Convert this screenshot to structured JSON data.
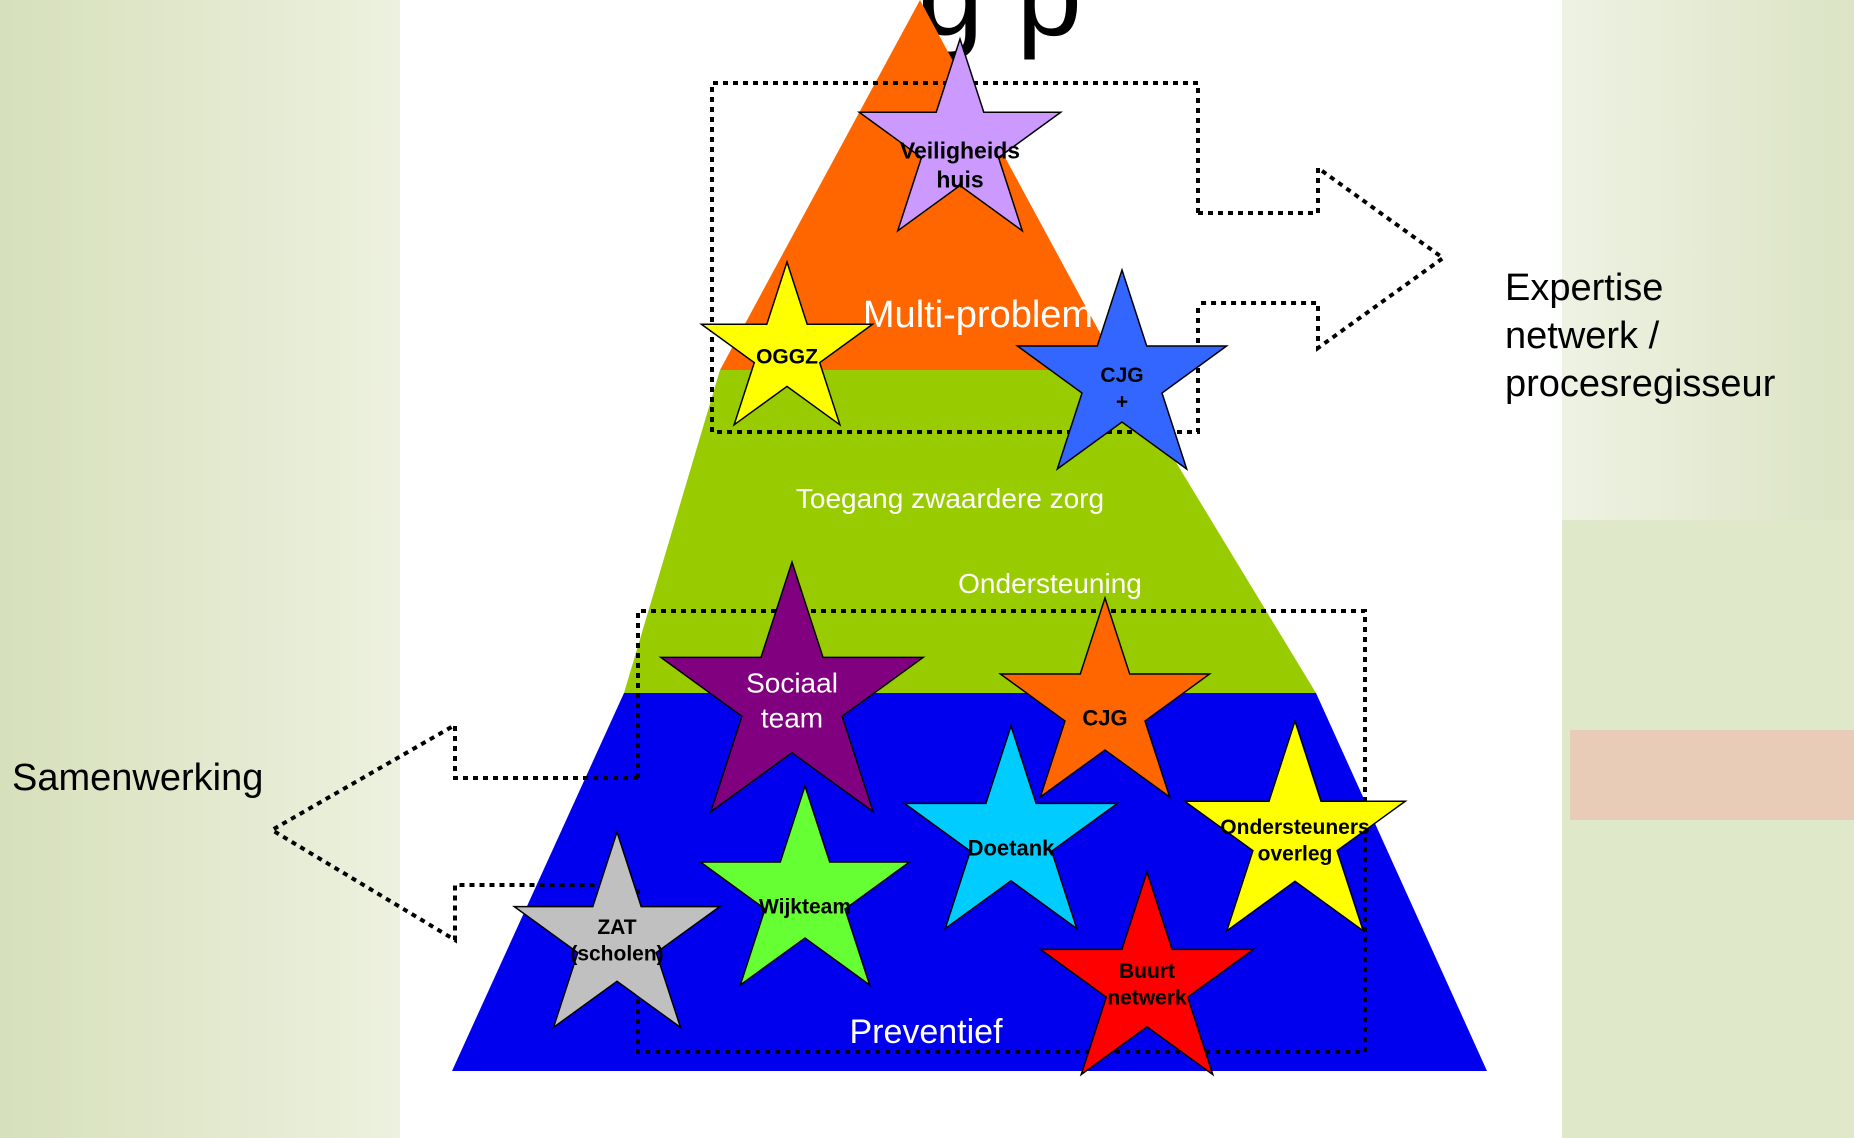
{
  "title_fragment": "g p",
  "pyramid": {
    "top_label": "Multi-problem",
    "middle_label_1": "Toegang zwaardere zorg",
    "middle_label_2": "Ondersteuning",
    "bottom_label": "Preventief",
    "colors": {
      "top": "#ff6600",
      "middle": "#99cc00",
      "bottom": "#0000ee"
    }
  },
  "stars": [
    {
      "id": "veiligheidshuis",
      "lines": [
        "Veiligheids",
        "huis"
      ],
      "color": "#cc99ff",
      "bold": true
    },
    {
      "id": "oggz",
      "lines": [
        "OGGZ"
      ],
      "color": "#ffff00",
      "bold": true
    },
    {
      "id": "cjg-plus",
      "lines": [
        "CJG",
        "+"
      ],
      "color": "#3366ff",
      "bold": true
    },
    {
      "id": "sociaal-team",
      "lines": [
        "Sociaal",
        "team"
      ],
      "color": "#800080",
      "bold": false,
      "text_color": "#ffffff"
    },
    {
      "id": "cjg",
      "lines": [
        "CJG"
      ],
      "color": "#ff6600",
      "bold": true
    },
    {
      "id": "doetank",
      "lines": [
        "Doetank"
      ],
      "color": "#00ccff",
      "bold": true
    },
    {
      "id": "ondersteuners-overleg",
      "lines": [
        "Ondersteuners",
        "overleg"
      ],
      "color": "#ffff00",
      "bold": true
    },
    {
      "id": "wijkteam",
      "lines": [
        "Wijkteam"
      ],
      "color": "#66ff33",
      "bold": true
    },
    {
      "id": "zat-scholen",
      "lines": [
        "ZAT",
        "(scholen)"
      ],
      "color": "#c0c0c0",
      "bold": true
    },
    {
      "id": "buurt-netwerk",
      "lines": [
        "Buurt",
        "netwerk"
      ],
      "color": "#ff0000",
      "bold": true
    }
  ],
  "right_label": [
    "Expertise",
    "netwerk /",
    "procesregisseur"
  ],
  "left_label": "Samenwerking",
  "colors": {
    "background_left": "#dfe6c6",
    "background_right": "#e3ead0",
    "dotted": "#000000"
  }
}
